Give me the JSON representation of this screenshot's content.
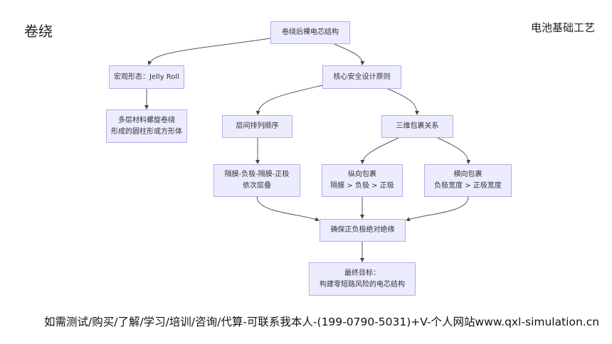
{
  "header": {
    "title": "卷绕",
    "category": "电池基础工艺"
  },
  "nodes": {
    "root": [
      "卷绕后裸电芯结构"
    ],
    "macro": [
      "宏观形态：Jelly Roll"
    ],
    "macro_detail": [
      "多层材料螺旋卷绕",
      "形成的圆柱形或方形体"
    ],
    "core": [
      "核心安全设计原则"
    ],
    "layer_order": [
      "层间排列顺序"
    ],
    "wrap3d": [
      "三维包裹关系"
    ],
    "stack": [
      "隔膜-负极-隔膜-正极",
      "依次层叠"
    ],
    "longitudinal": [
      "纵向包裹",
      "隔膜 > 负极 > 正极"
    ],
    "transverse": [
      "横向包裹",
      "负极宽度 > 正极宽度"
    ],
    "insulation": [
      "确保正负极绝对绝缘"
    ],
    "goal": [
      "最终目标：",
      "构建零短路风险的电芯结构"
    ]
  },
  "footer": {
    "text": "如需测试/购买/了解/学习/培训/咨询/代算-可联系我本人-(199-0790-5031)+V-个人网站www.qxl-simulation.cn"
  },
  "colors": {
    "node_fill": "#ececff",
    "node_border": "#b9a9ea",
    "edge": "#555555"
  }
}
